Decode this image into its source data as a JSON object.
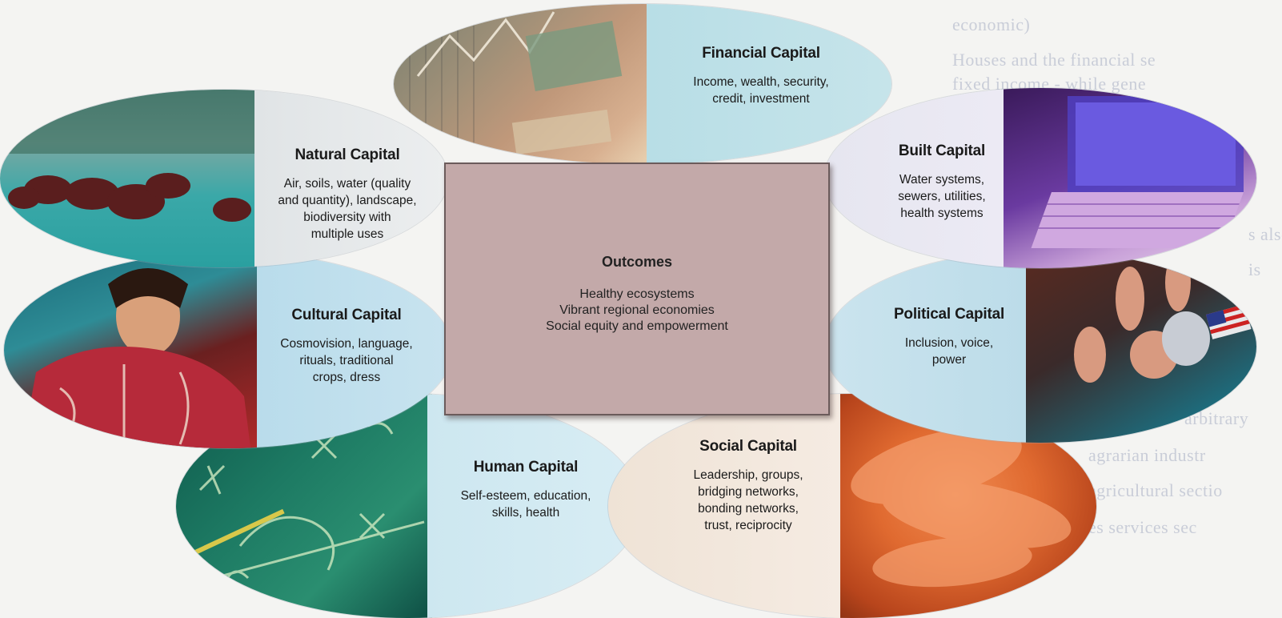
{
  "background_text": [
    "economic)",
    "Houses and the financial se",
    "fixed income - while gene",
    "s also",
    "is"
  ],
  "background_text_lower": [
    "arbitrary",
    "agrarian industr",
    "agricultural sectio",
    "es services sec"
  ],
  "capitals": {
    "financial": {
      "title": "Financial Capital",
      "desc": [
        "Income, wealth, security,",
        "credit, investment"
      ]
    },
    "natural": {
      "title": "Natural Capital",
      "desc": [
        "Air, soils, water (quality",
        "and quantity), landscape,",
        "biodiversity with",
        "multiple uses"
      ]
    },
    "built": {
      "title": "Built Capital",
      "desc": [
        "Water systems,",
        "sewers, utilities,",
        "health systems"
      ]
    },
    "cultural": {
      "title": "Cultural Capital",
      "desc": [
        "Cosmovision, language,",
        "rituals, traditional",
        "crops, dress"
      ]
    },
    "political": {
      "title": "Political Capital",
      "desc": [
        "Inclusion, voice,",
        "power"
      ]
    },
    "human": {
      "title": "Human Capital",
      "desc": [
        "Self-esteem, education,",
        "skills, health"
      ]
    },
    "social": {
      "title": "Social Capital",
      "desc": [
        "Leadership, groups,",
        "bridging networks,",
        "bonding networks,",
        "trust, reciprocity"
      ]
    }
  },
  "outcomes": {
    "title": "Outcomes",
    "lines": [
      "Healthy ecosystems",
      "Vibrant regional economies",
      "Social equity and empowerment"
    ]
  },
  "colors": {
    "panel_light": "#d9ecf3",
    "panel_blue": "#b8dbe8",
    "center_box": "#c3a9a9"
  }
}
